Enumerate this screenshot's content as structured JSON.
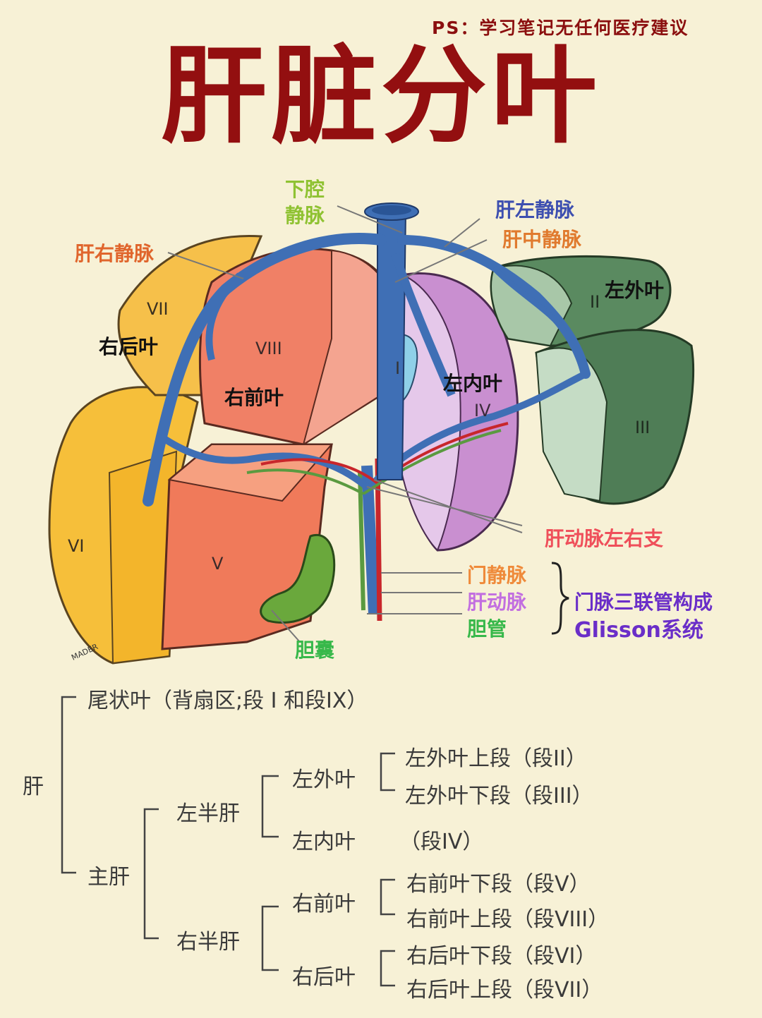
{
  "header": {
    "ps": "PS：学习笔记无任何医疗建议",
    "title": "肝脏分叶"
  },
  "colors": {
    "title": "#930f10",
    "vein": "#3f6fb5",
    "lobe_right_posterior": "#f6bf3a",
    "lobe_right_anterior": "#f08066",
    "lobe_left_medial": "#c98fd0",
    "lobe_left_lateral": "#5a8a60",
    "gallbladder": "#6aa83c"
  },
  "diagram": {
    "labels": {
      "ivc_line1": "下腔",
      "ivc_line2": "静脉",
      "left_hepatic_vein": "肝左静脉",
      "middle_hepatic_vein": "肝中静脉",
      "right_hepatic_vein": "肝右静脉",
      "left_lateral_lobe": "左外叶",
      "right_posterior_lobe": "右后叶",
      "right_anterior_lobe": "右前叶",
      "left_medial_lobe": "左内叶",
      "hepatic_artery_branches": "肝动脉左右支",
      "portal_vein": "门静脉",
      "hepatic_artery": "肝动脉",
      "bile_duct": "胆管",
      "glisson_line1": "门脉三联管构成",
      "glisson_line2": "Glisson系统",
      "gallbladder": "胆囊",
      "signature": "MADER"
    },
    "segments": {
      "s1": "I",
      "s2": "II",
      "s3": "III",
      "s4": "IV",
      "s5": "V",
      "s6": "VI",
      "s7": "VII",
      "s8": "VIII"
    }
  },
  "tree": {
    "root": "肝",
    "caudate": "尾状叶（背扇区;段 I 和段IX）",
    "main_liver": "主肝",
    "left_half": "左半肝",
    "right_half": "右半肝",
    "left_lateral": "左外叶",
    "left_medial": "左内叶",
    "left_medial_seg": "（段IV）",
    "left_lateral_upper": "左外叶上段（段II）",
    "left_lateral_lower": "左外叶下段（段III）",
    "right_anterior": "右前叶",
    "right_posterior": "右后叶",
    "right_anterior_lower": "右前叶下段（段V）",
    "right_anterior_upper": "右前叶上段（段VIII）",
    "right_posterior_lower": "右后叶下段（段VI）",
    "right_posterior_upper": "右后叶上段（段VII）"
  }
}
